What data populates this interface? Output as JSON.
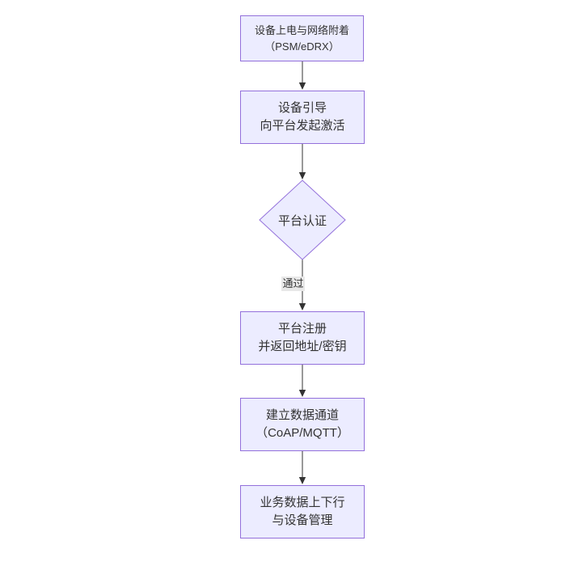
{
  "diagram": {
    "type": "flowchart",
    "direction": "top-down",
    "colors": {
      "node_fill": "#ECECFF",
      "node_border": "#9370DB",
      "arrow_color": "#333333",
      "edge_label_bg": "#e8e8e8",
      "text_color": "#333333",
      "canvas_bg": "#ffffff"
    },
    "nodes": [
      {
        "id": "A",
        "shape": "rect",
        "lines": [
          "设备上电与网络附着",
          "（PSM/eDRX）"
        ]
      },
      {
        "id": "B",
        "shape": "rect",
        "lines": [
          "设备引导",
          "向平台发起激活"
        ]
      },
      {
        "id": "C",
        "shape": "diamond",
        "lines": [
          "平台认证"
        ]
      },
      {
        "id": "D",
        "shape": "rect",
        "lines": [
          "平台注册",
          "并返回地址/密钥"
        ]
      },
      {
        "id": "E",
        "shape": "rect",
        "lines": [
          "建立数据通道",
          "（CoAP/MQTT）"
        ]
      },
      {
        "id": "F",
        "shape": "rect",
        "lines": [
          "业务数据上下行",
          "与设备管理"
        ]
      }
    ],
    "edges": [
      {
        "from": "A",
        "to": "B",
        "label": ""
      },
      {
        "from": "B",
        "to": "C",
        "label": ""
      },
      {
        "from": "C",
        "to": "D",
        "label": "通过"
      },
      {
        "from": "D",
        "to": "E",
        "label": ""
      },
      {
        "from": "E",
        "to": "F",
        "label": ""
      }
    ]
  }
}
